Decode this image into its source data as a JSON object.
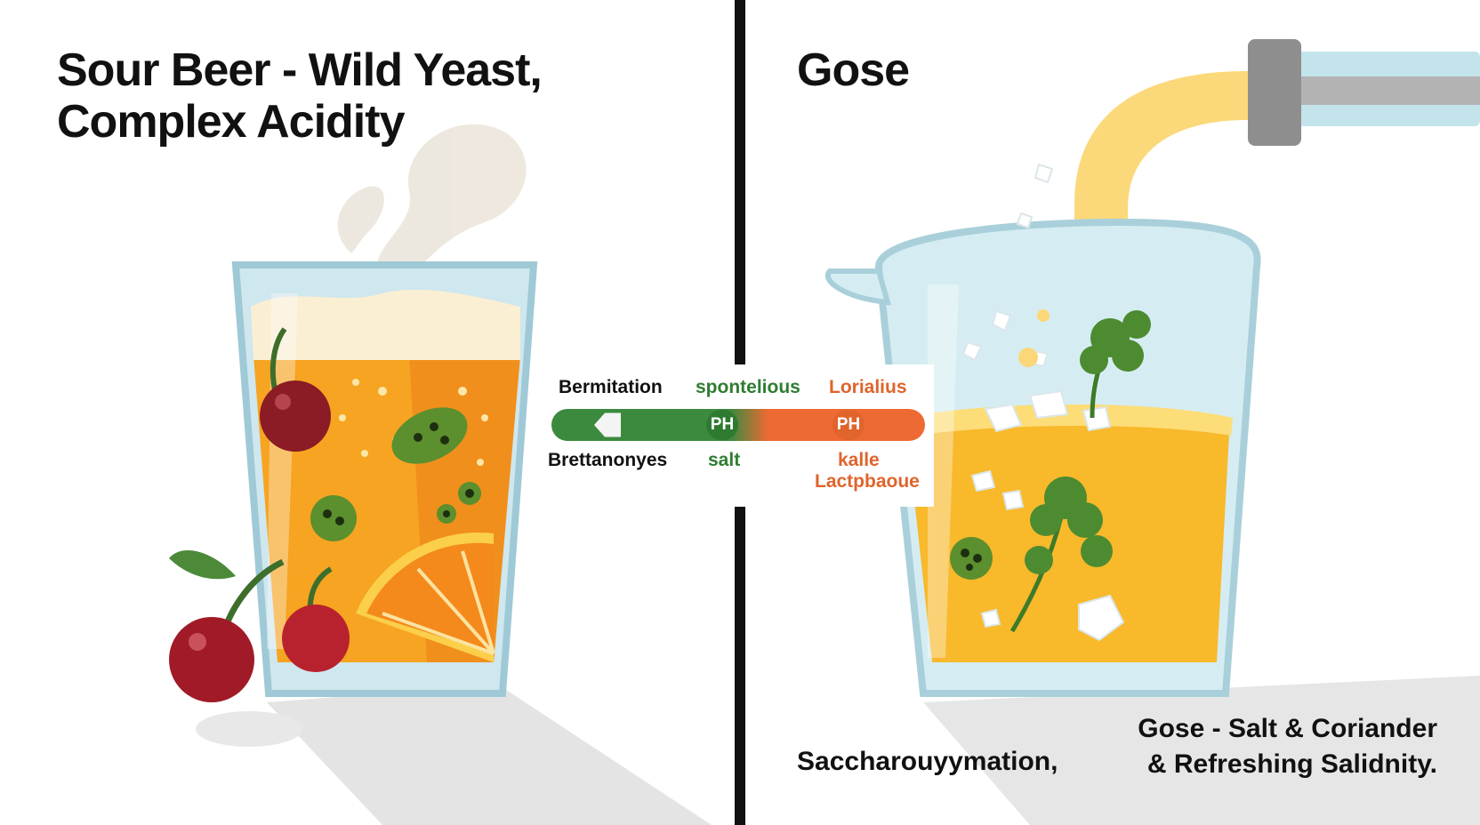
{
  "left": {
    "title_line1": "Sour Beer - Wild Yeast,",
    "title_line2": "Complex Acidity"
  },
  "right": {
    "title": "Gose",
    "caption_line1": "Gose - Salt & Coriander",
    "caption_line2": "& Refreshing Salidnity."
  },
  "scale": {
    "top_labels": [
      "Bermitation",
      "spontelious",
      "Lorialius"
    ],
    "bottom_labels": [
      "Brettanonyes",
      "salt",
      "kalle",
      "Lactpbaoue"
    ],
    "ph_badge": "PH",
    "colors": {
      "green": "#3c8a3e",
      "orange": "#ee6a33"
    }
  },
  "bottom_caption": "Saccharouyymation,",
  "icons": [
    "steam-icon",
    "glass-icon",
    "cherry-icon",
    "bacteria-icon",
    "orange-slice-icon",
    "pitcher-icon",
    "faucet-icon",
    "salt-crystal-icon",
    "coriander-icon"
  ]
}
